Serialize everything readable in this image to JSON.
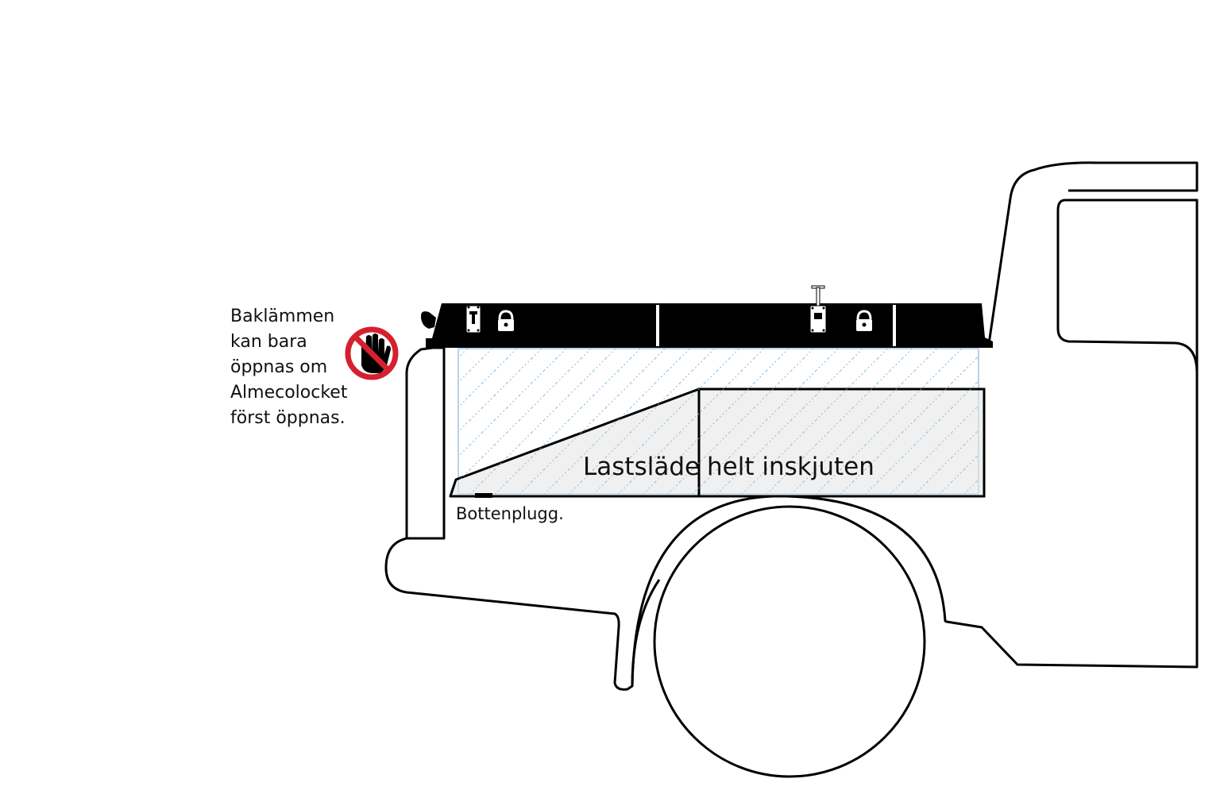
{
  "note": {
    "lines": [
      "Baklämmen",
      "kan bara",
      "öppnas om",
      "Almecolocket",
      "först öppnas."
    ]
  },
  "labels": {
    "slide_part1": "Lastsläde",
    "slide_part2": "helt inskjuten",
    "drain_plug": "Bottenplugg."
  },
  "colors": {
    "outline": "#000000",
    "lid": "#000000",
    "box_fill": "#e6e6e6",
    "hatch": "#7fb6e0",
    "bed_outline": "#9fc6e6",
    "prohibition_red": "#d6202f"
  },
  "icons": {
    "prohibition": "no-hand-icon",
    "lock": "padlock-icon",
    "latch": "latch-icon"
  }
}
